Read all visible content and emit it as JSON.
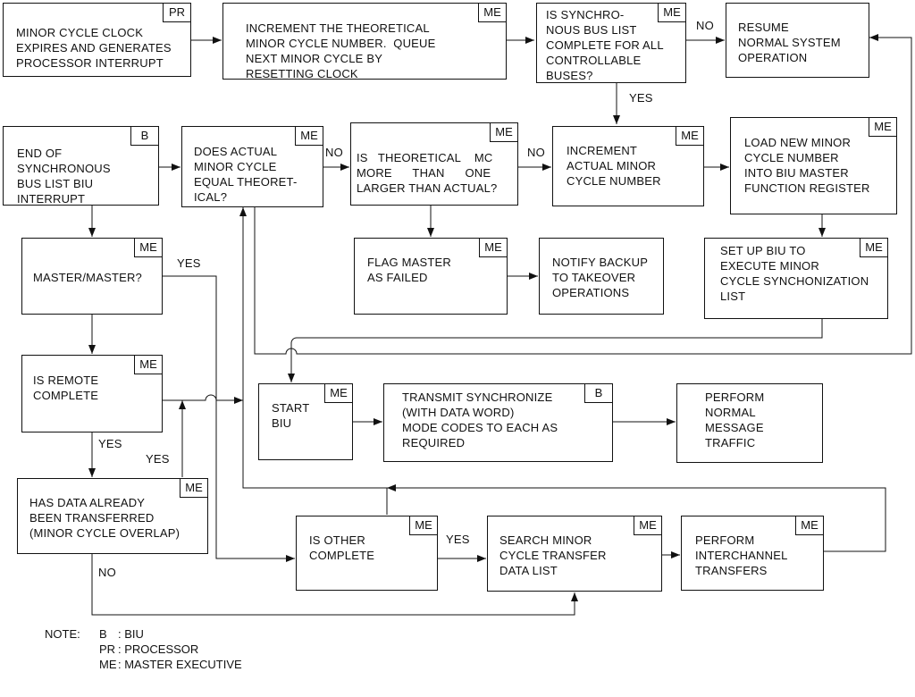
{
  "boxes": {
    "minor_clock": {
      "text": "MINOR CYCLE CLOCK\nEXPIRES AND GENERATES\nPROCESSOR INTERRUPT",
      "tag": "PR"
    },
    "increment_theoretical": {
      "text": "INCREMENT THE THEORETICAL\nMINOR CYCLE NUMBER.  QUEUE\nNEXT MINOR CYCLE BY\nRESETTING CLOCK",
      "tag": "ME"
    },
    "sync_list_complete": {
      "text": "IS SYNCHRO-\nNOUS BUS LIST\nCOMPLETE FOR ALL\nCONTROLLABLE\nBUSES?",
      "tag": "ME"
    },
    "resume_normal": {
      "text": "RESUME\nNORMAL SYSTEM\nOPERATION",
      "tag": ""
    },
    "end_sync_interrupt": {
      "text": "END OF\nSYNCHRONOUS\nBUS LIST BIU\nINTERRUPT",
      "tag": "B"
    },
    "actual_equal_theoretical": {
      "text": "DOES ACTUAL\nMINOR CYCLE\nEQUAL THEORET-\nICAL?",
      "tag": "ME"
    },
    "theoretical_more_than_one": {
      "text": "IS   THEORETICAL    MC\nMORE      THAN      ONE\nLARGER THAN ACTUAL?",
      "tag": "ME"
    },
    "increment_actual": {
      "text": "INCREMENT\nACTUAL MINOR\nCYCLE NUMBER",
      "tag": "ME"
    },
    "load_new_minor": {
      "text": "LOAD NEW MINOR\nCYCLE NUMBER\nINTO BIU MASTER\nFUNCTION REGISTER",
      "tag": "ME"
    },
    "master_master": {
      "text": "MASTER/MASTER?",
      "tag": "ME"
    },
    "flag_master_failed": {
      "text": "FLAG MASTER\nAS FAILED",
      "tag": "ME"
    },
    "notify_backup": {
      "text": "NOTIFY BACKUP\nTO TAKEOVER\nOPERATIONS",
      "tag": ""
    },
    "set_up_biu": {
      "text": "SET UP BIU TO\nEXECUTE MINOR\nCYCLE SYNCHONIZATION\nLIST",
      "tag": "ME"
    },
    "remote_complete": {
      "text": "IS REMOTE\nCOMPLETE",
      "tag": "ME"
    },
    "start_biu": {
      "text": "START\nBIU",
      "tag": "ME"
    },
    "transmit_sync": {
      "text": "TRANSMIT SYNCHRONIZE\n(WITH DATA WORD)\nMODE CODES TO EACH AS\nREQUIRED",
      "tag": "B"
    },
    "normal_traffic": {
      "text": "PERFORM\nNORMAL\nMESSAGE\nTRAFFIC",
      "tag": ""
    },
    "data_transferred": {
      "text": "HAS DATA ALREADY\nBEEN TRANSFERRED\n(MINOR CYCLE OVERLAP)",
      "tag": "ME"
    },
    "other_complete": {
      "text": "IS OTHER\nCOMPLETE",
      "tag": "ME"
    },
    "search_transfer_list": {
      "text": "SEARCH MINOR\nCYCLE TRANSFER\nDATA LIST",
      "tag": "ME"
    },
    "interchannel_transfers": {
      "text": "PERFORM\nINTERCHANNEL\nTRANSFERS",
      "tag": "ME"
    }
  },
  "labels": {
    "no_resume": "NO",
    "yes_sync": "YES",
    "no_equal": "NO",
    "no_more": "NO",
    "yes_master": "YES",
    "yes_remote": "YES",
    "yes_data": "YES",
    "no_data": "NO",
    "yes_other": "YES"
  },
  "note": {
    "title": "NOTE:",
    "items": [
      {
        "code": "B",
        "meaning": ": BIU"
      },
      {
        "code": "PR",
        "meaning": ": PROCESSOR"
      },
      {
        "code": "ME",
        "meaning": ": MASTER EXECUTIVE"
      }
    ]
  }
}
